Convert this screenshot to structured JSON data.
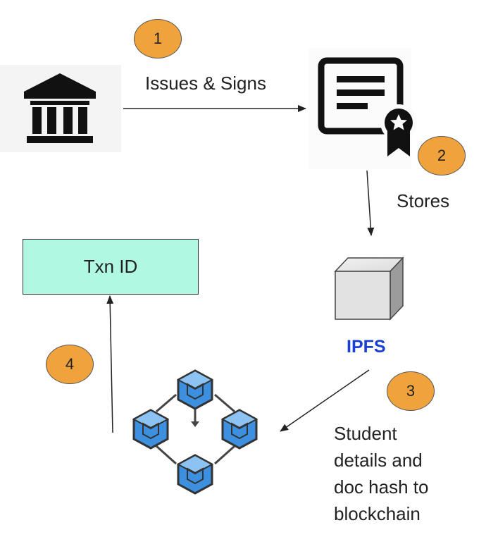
{
  "steps": {
    "step1": "1",
    "step2": "2",
    "step3": "3",
    "step4": "4"
  },
  "labels": {
    "issues_signs": "Issues &  Signs",
    "stores": "Stores",
    "txn_id": "Txn ID",
    "ipfs": "IPFS",
    "student_details_lines": [
      "Student",
      "details and",
      "doc hash to",
      "blockchain"
    ]
  },
  "icons": {
    "institution": "bank-building-icon",
    "certificate": "certificate-icon",
    "storage": "cube-icon",
    "blockchain": "blockchain-network-icon"
  },
  "colors": {
    "step_circle": "#f0a23c",
    "txn_box": "#b1f8e2",
    "ipfs_text": "#1a3fd6",
    "blockchain_blue": "#3d8fe0"
  }
}
